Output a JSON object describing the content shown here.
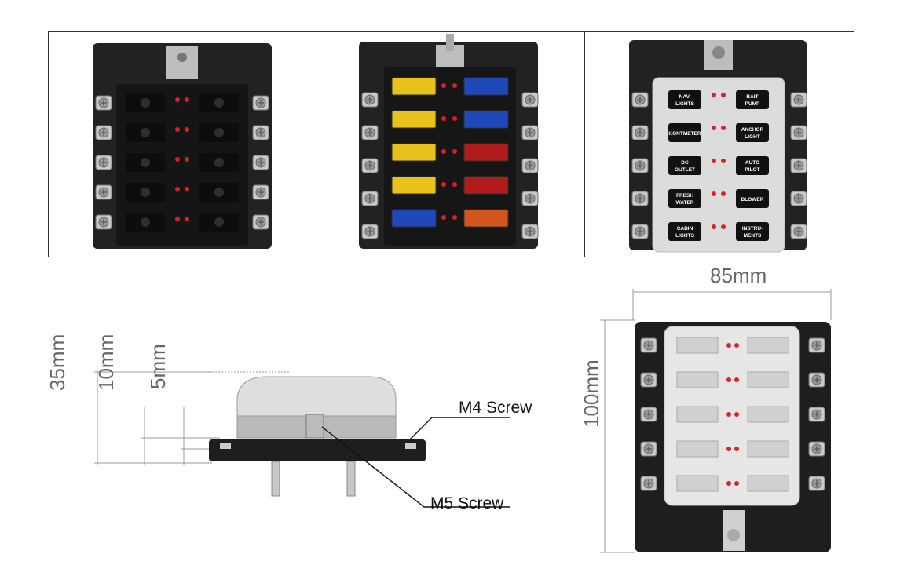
{
  "dimensions": {
    "width": "85mm",
    "height": "100mm",
    "height_total": "35mm",
    "height_mid": "10mm",
    "height_base": "5mm"
  },
  "callouts": {
    "m4": "M4 Screw",
    "m5": "M5 Screw"
  },
  "lid_labels": {
    "left": [
      "NAV.\nLIGHTS",
      "KONTMETER",
      "DC\nOUTLET",
      "FRESH\nWATER",
      "CABIN\nLIGHTS"
    ],
    "right": [
      "BAIT\nPUMP",
      "ANCHOR\nLIGHT",
      "AUTO\nPILOT",
      "BLOWER",
      "INSTRU-\nMENTS"
    ]
  },
  "fuse_colors": {
    "left": [
      "#e8c21a",
      "#e8c21a",
      "#e8c21a",
      "#e8c21a",
      "#1f49b8"
    ],
    "right": [
      "#1f49b8",
      "#1f49b8",
      "#b21b1b",
      "#b21b1b",
      "#d4541d"
    ]
  },
  "colors": {
    "block": "#1e1e1e",
    "led": "#e02020",
    "terminal": "#c9c9c9",
    "dimension_line": "#999999"
  },
  "icons": [
    "screw-terminal-icon",
    "led-indicator-icon",
    "fuse-icon"
  ]
}
